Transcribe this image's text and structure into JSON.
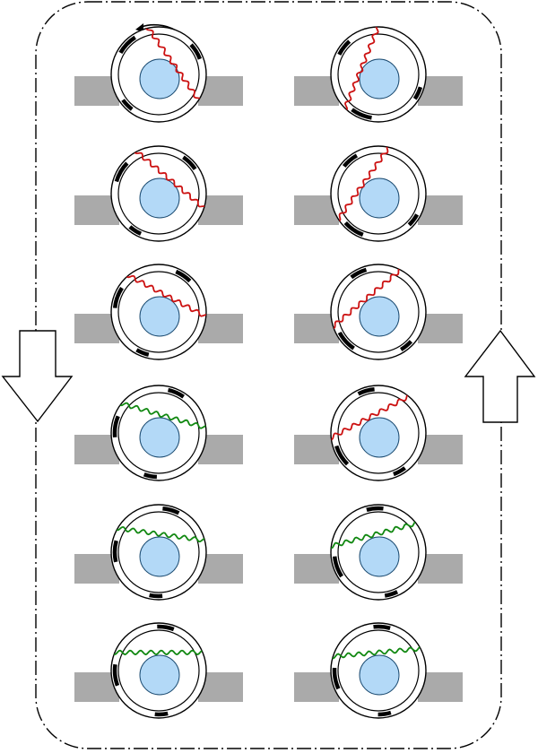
{
  "colors": {
    "background": "#ffffff",
    "stroke": "#000000",
    "block": "#aaaaaa",
    "marker": "#000000",
    "core_fill": "#b3d9f7",
    "core_stroke": "#1a4a70",
    "wave_red": "#cc1111",
    "wave_green": "#118811"
  },
  "cycle": {
    "path_style": "dash-dot",
    "left_arrow_direction": "down",
    "right_arrow_direction": "up",
    "rotation_indicator": "counter-clockwise"
  },
  "cells": [
    {
      "column": "left",
      "row": 1,
      "wave_color": "red",
      "wave_angle_deg": 55
    },
    {
      "column": "left",
      "row": 2,
      "wave_color": "red",
      "wave_angle_deg": 40
    },
    {
      "column": "left",
      "row": 3,
      "wave_color": "red",
      "wave_angle_deg": 28
    },
    {
      "column": "left",
      "row": 4,
      "wave_color": "green",
      "wave_angle_deg": 16
    },
    {
      "column": "left",
      "row": 5,
      "wave_color": "green",
      "wave_angle_deg": 8
    },
    {
      "column": "left",
      "row": 6,
      "wave_color": "green",
      "wave_angle_deg": 0
    },
    {
      "column": "right",
      "row": 1,
      "wave_color": "red",
      "wave_angle_deg": -68
    },
    {
      "column": "right",
      "row": 2,
      "wave_color": "red",
      "wave_angle_deg": -55
    },
    {
      "column": "right",
      "row": 3,
      "wave_color": "red",
      "wave_angle_deg": -40
    },
    {
      "column": "right",
      "row": 4,
      "wave_color": "red",
      "wave_angle_deg": -28
    },
    {
      "column": "right",
      "row": 5,
      "wave_color": "green",
      "wave_angle_deg": -15
    },
    {
      "column": "right",
      "row": 6,
      "wave_color": "green",
      "wave_angle_deg": -5
    }
  ]
}
